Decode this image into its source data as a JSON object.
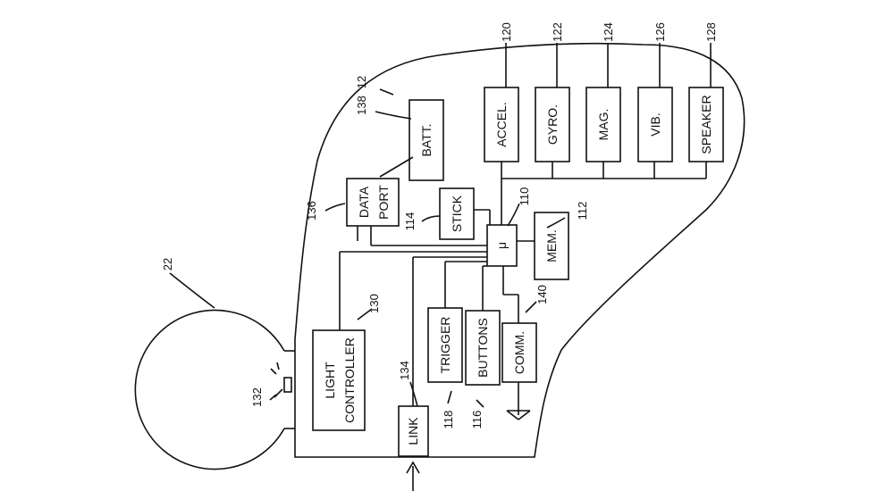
{
  "blocks": {
    "accel": "ACCEL.",
    "gyro": "GYRO.",
    "mag": "MAG.",
    "vib": "VIB.",
    "speaker": "SPEAKER",
    "batt": "BATT.",
    "data_port_line1": "DATA",
    "data_port_line2": "PORT",
    "stick": "STICK",
    "micro": "μ",
    "mem": "MEM.",
    "trigger": "TRIGGER",
    "buttons": "BUTTONS",
    "comm": "COMM.",
    "light_controller_line1": "LIGHT",
    "light_controller_line2": "CONTROLLER",
    "link": "LINK"
  },
  "refs": {
    "accel": "120",
    "gyro": "122",
    "mag": "124",
    "vib": "126",
    "speaker": "128",
    "batt": "138",
    "housing": "12",
    "data_port": "136",
    "stick": "114",
    "micro": "110",
    "mem": "112",
    "sphere": "22",
    "light_controller": "130",
    "comm": "140",
    "link": "134",
    "light": "132",
    "trigger": "118",
    "buttons": "116"
  }
}
